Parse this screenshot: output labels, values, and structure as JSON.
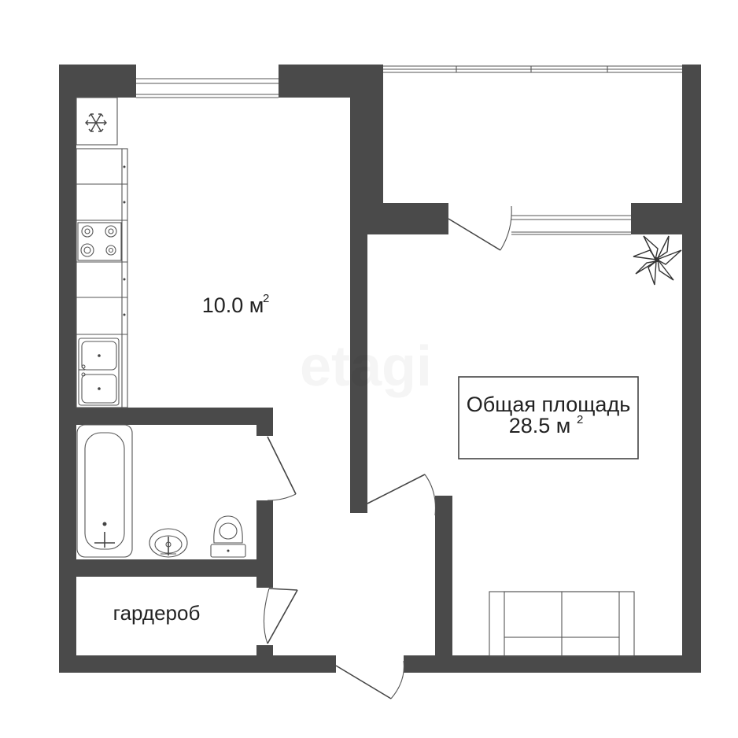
{
  "rooms": {
    "kitchen_area": "10.0 м",
    "kitchen_area_sup": "2",
    "total_label": "Общая площадь",
    "total_area": "28.5 м",
    "total_area_sup": "2",
    "wardrobe_label": "гардероб"
  },
  "watermark": "etagi",
  "icons": [
    "fridge-icon",
    "stove-icon",
    "sink-icon",
    "bathtub-icon",
    "washbasin-icon",
    "toilet-icon",
    "plant-icon",
    "sofa-icon"
  ]
}
